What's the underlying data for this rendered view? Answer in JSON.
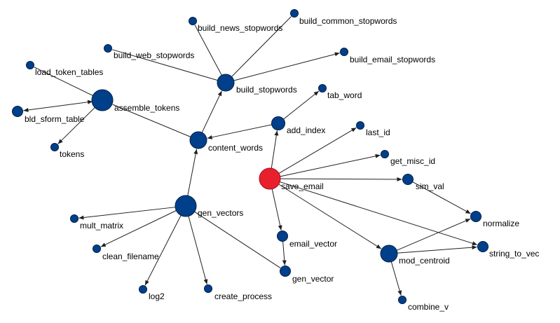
{
  "colors": {
    "node_fill": "#003F8A",
    "node_stroke": "#001F45",
    "highlight_fill": "#E8202E",
    "highlight_stroke": "#A0101A",
    "edge": "#202020",
    "background": "#FFFFFF"
  },
  "nodes": [
    {
      "id": "build_news_stopwords",
      "label": "build_news_stopwords",
      "size": "small"
    },
    {
      "id": "build_common_stopwords",
      "label": "build_common_stopwords",
      "size": "small"
    },
    {
      "id": "build_web_stopwords",
      "label": "build_web_stopwords",
      "size": "small"
    },
    {
      "id": "build_email_stopwords",
      "label": "build_email_stopwords",
      "size": "small"
    },
    {
      "id": "load_token_tables",
      "label": "load_token_tables",
      "size": "small"
    },
    {
      "id": "build_stopwords",
      "label": "build_stopwords",
      "size": "medium"
    },
    {
      "id": "tab_word",
      "label": "tab_word",
      "size": "small"
    },
    {
      "id": "assemble_tokens",
      "label": "assemble_tokens",
      "size": "large"
    },
    {
      "id": "bld_sform_table",
      "label": "bld_sform_table",
      "size": "small-medium"
    },
    {
      "id": "add_index",
      "label": "add_index",
      "size": "medium-small"
    },
    {
      "id": "last_id",
      "label": "last_id",
      "size": "small"
    },
    {
      "id": "tokens",
      "label": "tokens",
      "size": "small"
    },
    {
      "id": "content_words",
      "label": "content_words",
      "size": "medium"
    },
    {
      "id": "get_misc_id",
      "label": "get_misc_id",
      "size": "small"
    },
    {
      "id": "save_email",
      "label": "save_email",
      "size": "highlight"
    },
    {
      "id": "sim_val",
      "label": "sim_val",
      "size": "small-medium"
    },
    {
      "id": "gen_vectors",
      "label": "gen_vectors",
      "size": "large"
    },
    {
      "id": "mult_matrix",
      "label": "mult_matrix",
      "size": "small"
    },
    {
      "id": "normalize",
      "label": "normalize",
      "size": "small-medium"
    },
    {
      "id": "email_vector",
      "label": "email_vector",
      "size": "small-medium"
    },
    {
      "id": "clean_filename",
      "label": "clean_filename",
      "size": "small"
    },
    {
      "id": "string_to_vec",
      "label": "string_to_vec",
      "size": "small-medium"
    },
    {
      "id": "mod_centroid",
      "label": "mod_centroid",
      "size": "medium"
    },
    {
      "id": "gen_vector",
      "label": "gen_vector",
      "size": "small-medium"
    },
    {
      "id": "log2",
      "label": "log2",
      "size": "small"
    },
    {
      "id": "create_process",
      "label": "create_process",
      "size": "small"
    },
    {
      "id": "combine_v",
      "label": "combine_v",
      "size": "small"
    }
  ],
  "edges": [
    {
      "from": "build_stopwords",
      "to": "build_news_stopwords",
      "arrow": false
    },
    {
      "from": "build_stopwords",
      "to": "build_common_stopwords",
      "arrow": false
    },
    {
      "from": "build_stopwords",
      "to": "build_web_stopwords",
      "arrow": false
    },
    {
      "from": "build_stopwords",
      "to": "build_email_stopwords",
      "arrow": true
    },
    {
      "from": "assemble_tokens",
      "to": "load_token_tables",
      "arrow": false
    },
    {
      "from": "assemble_tokens",
      "to": "bld_sform_table",
      "arrow": true,
      "arrow_both": true
    },
    {
      "from": "assemble_tokens",
      "to": "tokens",
      "arrow": true
    },
    {
      "from": "content_words",
      "to": "assemble_tokens",
      "arrow": false
    },
    {
      "from": "content_words",
      "to": "build_stopwords",
      "arrow": true
    },
    {
      "from": "add_index",
      "to": "content_words",
      "arrow": true
    },
    {
      "from": "add_index",
      "to": "tab_word",
      "arrow": true
    },
    {
      "from": "save_email",
      "to": "add_index",
      "arrow": true
    },
    {
      "from": "save_email",
      "to": "last_id",
      "arrow": true
    },
    {
      "from": "save_email",
      "to": "get_misc_id",
      "arrow": true
    },
    {
      "from": "save_email",
      "to": "sim_val",
      "arrow": true
    },
    {
      "from": "save_email",
      "to": "email_vector",
      "arrow": true
    },
    {
      "from": "save_email",
      "to": "mod_centroid",
      "arrow": true
    },
    {
      "from": "save_email",
      "to": "string_to_vec",
      "arrow": true
    },
    {
      "from": "email_vector",
      "to": "gen_vector",
      "arrow": true
    },
    {
      "from": "gen_vectors",
      "to": "content_words",
      "arrow": true
    },
    {
      "from": "gen_vectors",
      "to": "mult_matrix",
      "arrow": true
    },
    {
      "from": "gen_vectors",
      "to": "clean_filename",
      "arrow": true
    },
    {
      "from": "gen_vectors",
      "to": "log2",
      "arrow": true
    },
    {
      "from": "gen_vectors",
      "to": "create_process",
      "arrow": true
    },
    {
      "from": "gen_vectors",
      "to": "gen_vector",
      "arrow": false
    },
    {
      "from": "sim_val",
      "to": "normalize",
      "arrow": true
    },
    {
      "from": "mod_centroid",
      "to": "normalize",
      "arrow": true
    },
    {
      "from": "mod_centroid",
      "to": "string_to_vec",
      "arrow": true
    },
    {
      "from": "mod_centroid",
      "to": "combine_v",
      "arrow": true
    }
  ]
}
